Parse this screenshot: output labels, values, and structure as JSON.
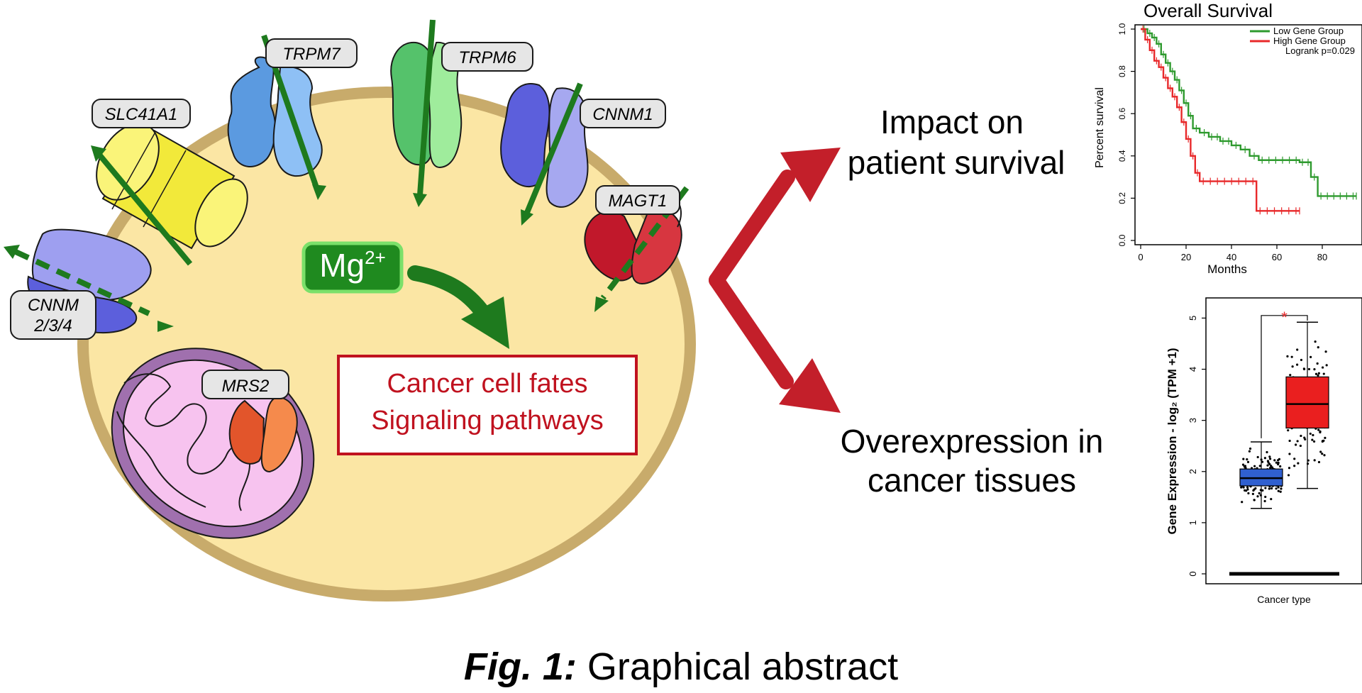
{
  "diagram": {
    "ion": {
      "base": "Mg",
      "charge": "2+"
    },
    "center_box": {
      "line1": "Cancer cell fates",
      "line2": "Signaling pathways"
    },
    "channels": {
      "trpm7": "TRPM7",
      "trpm6": "TRPM6",
      "cnnm1": "CNNM1",
      "slc41a1": "SLC41A1",
      "magt1": "MAGT1",
      "cnnm234_line1": "CNNM",
      "cnnm234_line2": "2/3/4",
      "mrs2": "MRS2"
    },
    "impact_text": {
      "line1": "Impact on",
      "line2": "patient survival"
    },
    "overexpression_text": {
      "line1": "Overexpression in",
      "line2": "cancer tissues"
    },
    "caption": {
      "bold": "Fig. 1:",
      "rest": " Graphical abstract"
    },
    "colors": {
      "cell_fill": "#fbe6a4",
      "cell_border": "#c8ab6b",
      "arrow_green": "#1e7a1e",
      "arrow_red": "#c31f2a",
      "box_red": "#c0121f"
    }
  },
  "chart_data": [
    {
      "type": "line",
      "title": "Overall Survival",
      "xlabel": "Months",
      "ylabel": "Percent survival",
      "xlim": [
        0,
        95
      ],
      "ylim": [
        0,
        1.0
      ],
      "xticks": [
        "0",
        "20",
        "40",
        "60",
        "80"
      ],
      "yticks": [
        "0.0",
        "0.2",
        "0.4",
        "0.6",
        "0.8",
        "1.0"
      ],
      "legend": {
        "placement": "top-right",
        "note": "Logrank p=0.029"
      },
      "series": [
        {
          "name": "Low Gene Group",
          "color": "#2e9a2e",
          "steps": [
            [
              0,
              1.0
            ],
            [
              3,
              0.98
            ],
            [
              5,
              0.96
            ],
            [
              7,
              0.93
            ],
            [
              9,
              0.88
            ],
            [
              11,
              0.84
            ],
            [
              13,
              0.8
            ],
            [
              15,
              0.76
            ],
            [
              17,
              0.71
            ],
            [
              19,
              0.65
            ],
            [
              21,
              0.59
            ],
            [
              23,
              0.53
            ],
            [
              26,
              0.51
            ],
            [
              30,
              0.49
            ],
            [
              35,
              0.47
            ],
            [
              40,
              0.45
            ],
            [
              44,
              0.43
            ],
            [
              48,
              0.4
            ],
            [
              52,
              0.38
            ],
            [
              70,
              0.37
            ],
            [
              75,
              0.3
            ],
            [
              78,
              0.21
            ],
            [
              95,
              0.21
            ]
          ]
        },
        {
          "name": "High Gene Group",
          "color": "#e8282a",
          "steps": [
            [
              0,
              1.0
            ],
            [
              2,
              0.95
            ],
            [
              4,
              0.9
            ],
            [
              6,
              0.85
            ],
            [
              8,
              0.82
            ],
            [
              10,
              0.77
            ],
            [
              12,
              0.72
            ],
            [
              14,
              0.68
            ],
            [
              16,
              0.63
            ],
            [
              18,
              0.56
            ],
            [
              20,
              0.48
            ],
            [
              22,
              0.4
            ],
            [
              24,
              0.32
            ],
            [
              26,
              0.28
            ],
            [
              51,
              0.14
            ],
            [
              70,
              0.14
            ]
          ]
        }
      ]
    },
    {
      "type": "box",
      "xlabel": "Cancer type",
      "ylabel": "Gene Expression - log₂ (TPM +1)",
      "ylim": [
        0,
        5.2
      ],
      "yticks": [
        "0",
        "1",
        "2",
        "3",
        "4",
        "5"
      ],
      "significance": "*",
      "groups": [
        {
          "color": "#3060d0",
          "q1": 1.72,
          "median": 1.87,
          "q3": 2.05,
          "whisker_low": 1.28,
          "whisker_high": 2.58
        },
        {
          "color": "#ea1f1f",
          "q1": 2.85,
          "median": 3.32,
          "q3": 3.85,
          "whisker_low": 1.67,
          "whisker_high": 4.92
        }
      ]
    }
  ]
}
